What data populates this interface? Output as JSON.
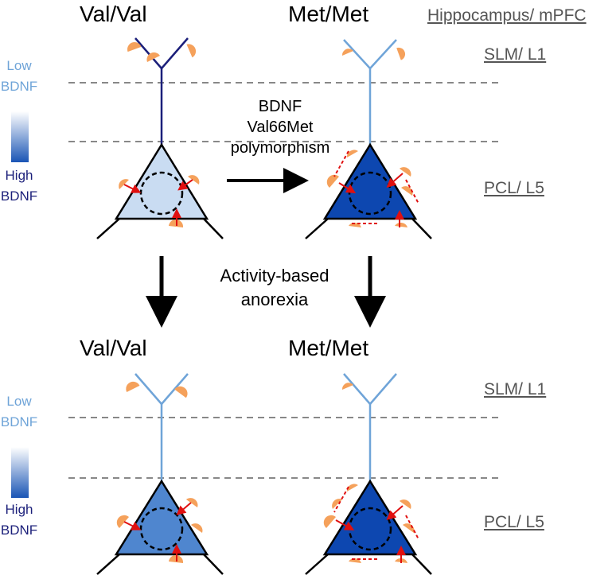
{
  "header": {
    "region": "Hippocampus/ mPFC"
  },
  "layers": {
    "top": "SLM/ L1",
    "bottom": "PCL/ L5"
  },
  "legend": {
    "low": [
      "Low",
      "BDNF"
    ],
    "high": [
      "High",
      "BDNF"
    ]
  },
  "panels": {
    "top": {
      "left_genotype": "Val/Val",
      "right_genotype": "Met/Met"
    },
    "bottom": {
      "left_genotype": "Val/Val",
      "right_genotype": "Met/Met"
    }
  },
  "arrows": {
    "polymorphism": [
      "BDNF",
      "Val66Met",
      "polymorphism"
    ],
    "treatment": [
      "Activity-based",
      "anorexia"
    ]
  },
  "colors": {
    "legend_low": "#6fa4d8",
    "legend_high": "#1b1f7a",
    "dendrite_dark": "#1b1f7a",
    "dendrite_light": "#6fa4d8",
    "soma_light": "#c9dcf2",
    "soma_medium": "#4f86cf",
    "soma_dark": "#0d47b0",
    "synapse": "#f5a15b",
    "arrow_red": "#e01010"
  }
}
